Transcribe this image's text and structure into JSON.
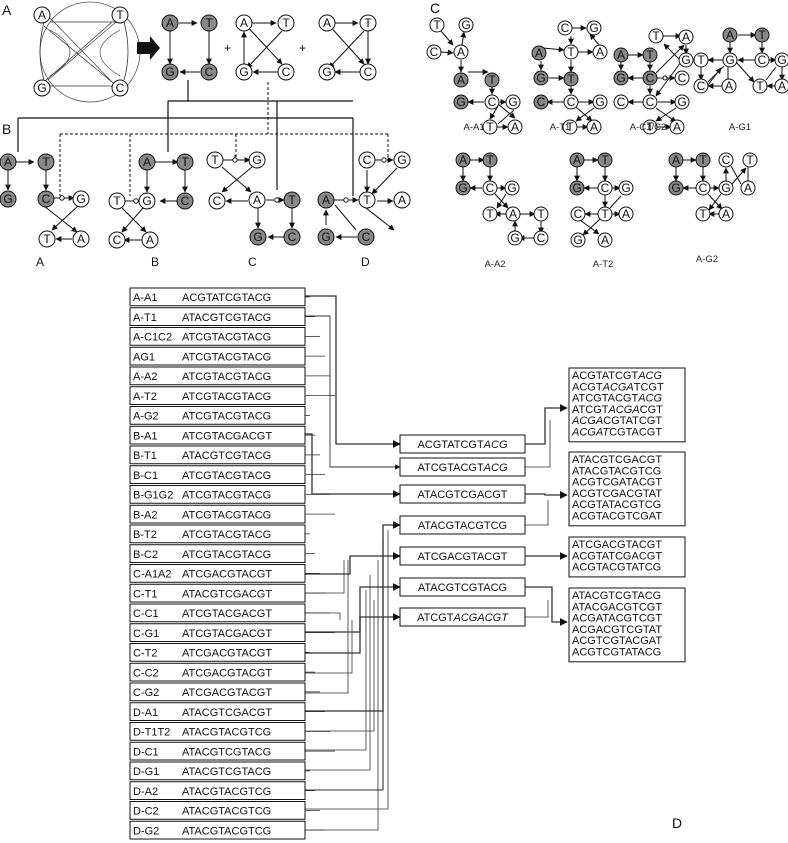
{
  "panels": {
    "a": "A",
    "b": "B",
    "c": "C",
    "d": "D"
  },
  "bases": [
    "A",
    "T",
    "G",
    "C"
  ],
  "plus": "+",
  "b_captions": [
    "A",
    "B",
    "C",
    "D"
  ],
  "c_captions": [
    "A-A1",
    "A-T1",
    "A-C1/C2",
    "A-G1",
    "A-A2",
    "A-T2",
    "A-G2"
  ],
  "d_rows": [
    {
      "name": "A-A1",
      "seq": "ACGTATCGTACG"
    },
    {
      "name": "A-T1",
      "seq": "ATACGTCGTACG"
    },
    {
      "name": "A-C1C2",
      "seq": "ATCGTACGTACG"
    },
    {
      "name": "AG1",
      "seq": "ATCGTACGTACG"
    },
    {
      "name": "A-A2",
      "seq": "ATCGTACGTACG"
    },
    {
      "name": "A-T2",
      "seq": "ATCGTACGTACG"
    },
    {
      "name": "A-G2",
      "seq": "ATCGTACGTACG"
    },
    {
      "name": "B-A1",
      "seq": "ATCGTACGACGT"
    },
    {
      "name": "B-T1",
      "seq": "ATACGTCGTACG"
    },
    {
      "name": "B-C1",
      "seq": "ATCGTACGTACG"
    },
    {
      "name": "B-G1G2",
      "seq": "ATCGTACGTACG"
    },
    {
      "name": "B-A2",
      "seq": "ATCGTACGTACG"
    },
    {
      "name": "B-T2",
      "seq": "ATCGTACGTACG"
    },
    {
      "name": "B-C2",
      "seq": "ATCGTACGTACG"
    },
    {
      "name": "C-A1A2",
      "seq": "ATCGACGTACGT"
    },
    {
      "name": "C-T1",
      "seq": "ATACGTCGACGT"
    },
    {
      "name": "C-C1",
      "seq": "ATCGTACGACGT"
    },
    {
      "name": "C-G1",
      "seq": "ATCGTACGACGT"
    },
    {
      "name": "C-T2",
      "seq": "ATCGACGTACGT"
    },
    {
      "name": "C-C2",
      "seq": "ATCGACGTACGT"
    },
    {
      "name": "C-G2",
      "seq": "ATCGACGTACGT"
    },
    {
      "name": "D-A1",
      "seq": "ATACGTCGACGT"
    },
    {
      "name": "D-T1T2",
      "seq": "ATACGTACGTCG"
    },
    {
      "name": "D-C1",
      "seq": "ATACGTCGTACG"
    },
    {
      "name": "D-G1",
      "seq": "ATACGTCGTACG"
    },
    {
      "name": "D-A2",
      "seq": "ATACGTACGTCG"
    },
    {
      "name": "D-C2",
      "seq": "ATACGTACGTCG"
    },
    {
      "name": "D-G2",
      "seq": "ATACGTACGTCG"
    }
  ],
  "d_middle": [
    [
      "ACGTATCGT",
      "ACG"
    ],
    [
      "ATCGTACGT",
      "ACG"
    ],
    [
      "ATACGTCGACGT",
      ""
    ],
    [
      "ATACGTACGTCG",
      ""
    ],
    [
      "ATCGACGTACGT",
      ""
    ],
    [
      "ATACGTCGTACG",
      ""
    ],
    [
      "ATCGT",
      "ACGACGT"
    ]
  ],
  "d_groups": [
    [
      [
        "ACGTATCGT",
        "ACG",
        ""
      ],
      [
        "ACGT",
        "ACGA",
        "TCGT"
      ],
      [
        "ATCGTACGT",
        "ACG",
        ""
      ],
      [
        "ATCGT",
        "ACGA",
        "CGT"
      ],
      [
        "",
        "ACGA",
        "CGTATCGT"
      ],
      [
        "",
        "ACGAT",
        "CGTACGT"
      ]
    ],
    [
      "ATACGTCGACGT",
      "ATACGTACGTCG",
      "ACGTCGATACGT",
      "ACGTCGACGTAT",
      "ACGTATACGTCG",
      "ACGTACGTCGAT"
    ],
    [
      "ATCGACGTACGT",
      "ACGTATCGACGT",
      "ACGTACGTATCG"
    ],
    [
      "ATACGTCGTACG",
      "ATACGACGTCGT",
      "ACGATACGTCGT",
      "ACGACGTCGTAT",
      "ACGTCGTACGAT",
      "ACGTCGTATACG"
    ]
  ]
}
